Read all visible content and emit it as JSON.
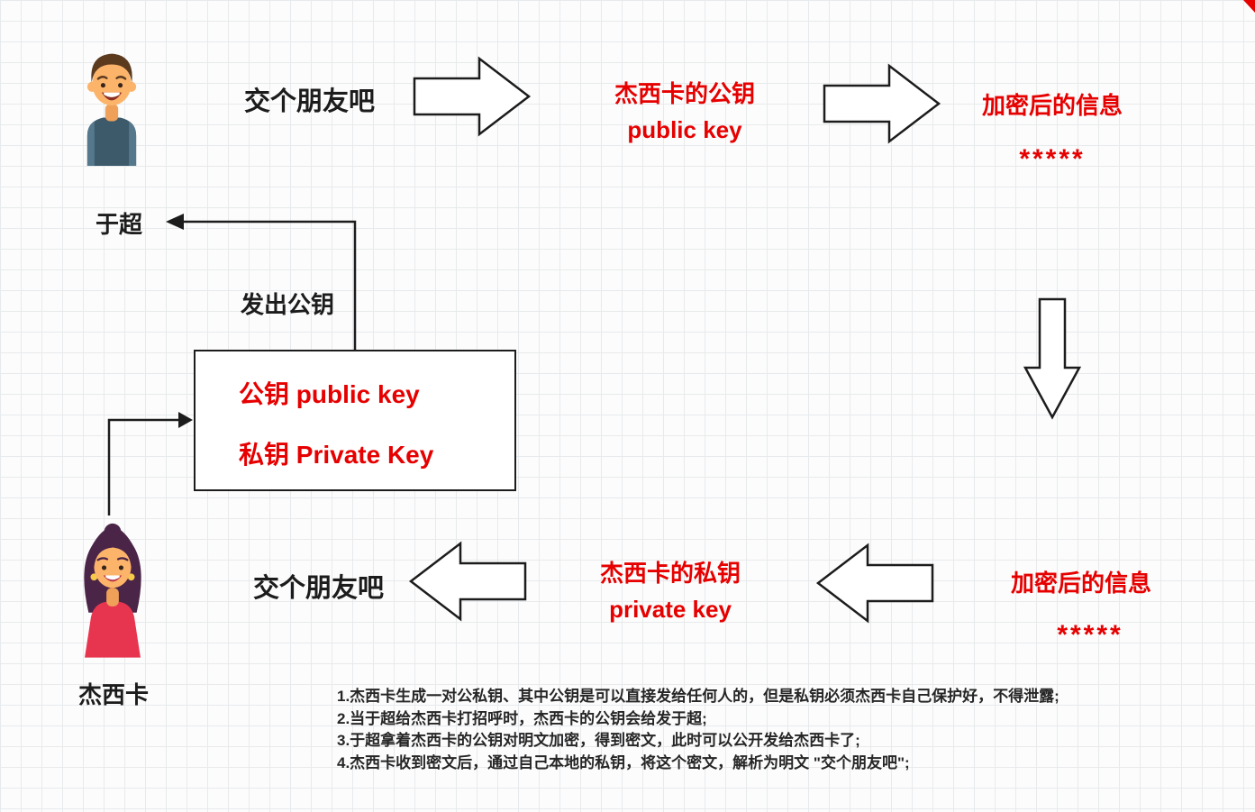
{
  "colors": {
    "red": "#e60000",
    "black": "#1c1c1c"
  },
  "actors": {
    "yuchao_label": "于超",
    "jessica_label": "杰西卡"
  },
  "top_flow": {
    "greeting": "交个朋友吧",
    "public_key_line1": "杰西卡的公钥",
    "public_key_line2": "public key",
    "encrypted": "加密后的信息",
    "stars": "*****"
  },
  "bottom_flow": {
    "greeting": "交个朋友吧",
    "private_key_line1": "杰西卡的私钥",
    "private_key_line2": "private key",
    "encrypted": "加密后的信息",
    "stars": "*****"
  },
  "key_box": {
    "send_label": "发出公钥",
    "public_line": "公钥 public key",
    "private_line": "私钥 Private Key"
  },
  "notes": [
    "1.杰西卡生成一对公私钥、其中公钥是可以直接发给任何人的，但是私钥必须杰西卡自己保护好，不得泄露;",
    "2.当于超给杰西卡打招呼时，杰西卡的公钥会给发于超;",
    "3.于超拿着杰西卡的公钥对明文加密，得到密文，此时可以公开发给杰西卡了;",
    "4.杰西卡收到密文后，通过自己本地的私钥，将这个密文，解析为明文 \"交个朋友吧\";"
  ]
}
